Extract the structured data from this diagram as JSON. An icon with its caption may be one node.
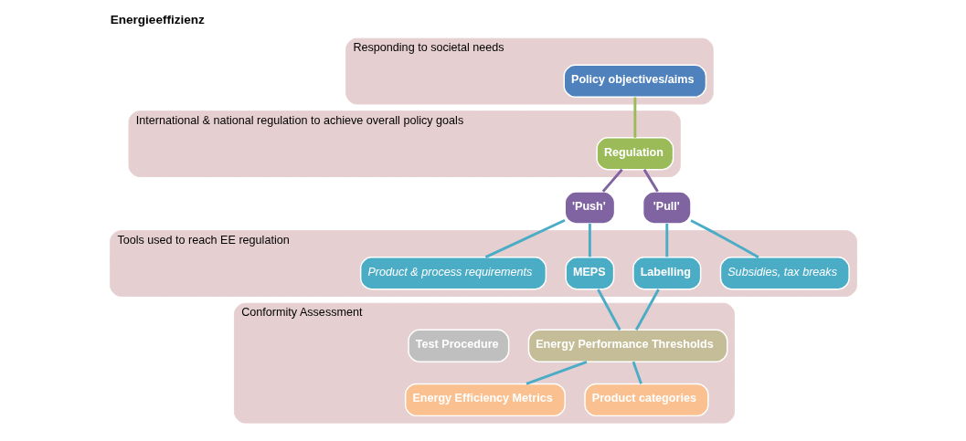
{
  "diagram": {
    "title": "Energieeffizienz",
    "nodes": [
      {
        "text": [
          "Responding to societal needs"
        ]
      },
      {
        "text": [
          "Policy objectives/aims"
        ],
        "in": 0
      },
      {
        "text": [
          "International & national regulation to achieve overall policy goals"
        ]
      },
      {
        "text": [
          "Regulation"
        ],
        "in": 2
      },
      {
        "text": [
          "'Push'"
        ]
      },
      {
        "text": [
          "'Pull'"
        ]
      },
      {
        "text": [
          "Tools used to reach EE regulation"
        ]
      },
      {
        "text": [
          "Product & process requirements"
        ],
        "in": 6
      },
      {
        "text": [
          "MEPS"
        ],
        "in": 6
      },
      {
        "text": [
          "Labelling"
        ],
        "in": 6
      },
      {
        "text": [
          "Subsidies, tax breaks"
        ],
        "in": 6
      },
      {
        "text": [
          "Conformity Assessment"
        ]
      },
      {
        "text": [
          "Energy Performance Thresholds"
        ],
        "in": 11
      },
      {
        "text": [
          "Energy Efficiency Metrics"
        ],
        "in": 11
      },
      {
        "text": [
          "Product categories"
        ],
        "in": 11
      },
      {
        "text": [
          "Test Procedure"
        ],
        "in": 11
      }
    ],
    "edges": [
      {
        "from": 1,
        "to": 3,
        "arrow": "none",
        "color": "#9bbb59"
      },
      {
        "from": 3,
        "to": 4,
        "arrow": "none",
        "color": "#8064a2"
      },
      {
        "from": 3,
        "to": 5,
        "arrow": "none",
        "color": "#8064a2"
      },
      {
        "from": 4,
        "to": 7,
        "arrow": "none"
      },
      {
        "from": 4,
        "to": 8,
        "arrow": "none"
      },
      {
        "from": 5,
        "to": 9,
        "arrow": "none"
      },
      {
        "from": 5,
        "to": 10,
        "arrow": "none"
      },
      {
        "from": 8,
        "to": 12,
        "arrow": "none"
      },
      {
        "from": 9,
        "to": 12,
        "arrow": "none"
      },
      {
        "from": 12,
        "to": 13,
        "arrow": "none"
      },
      {
        "from": 12,
        "to": 14,
        "arrow": "none"
      }
    ]
  }
}
